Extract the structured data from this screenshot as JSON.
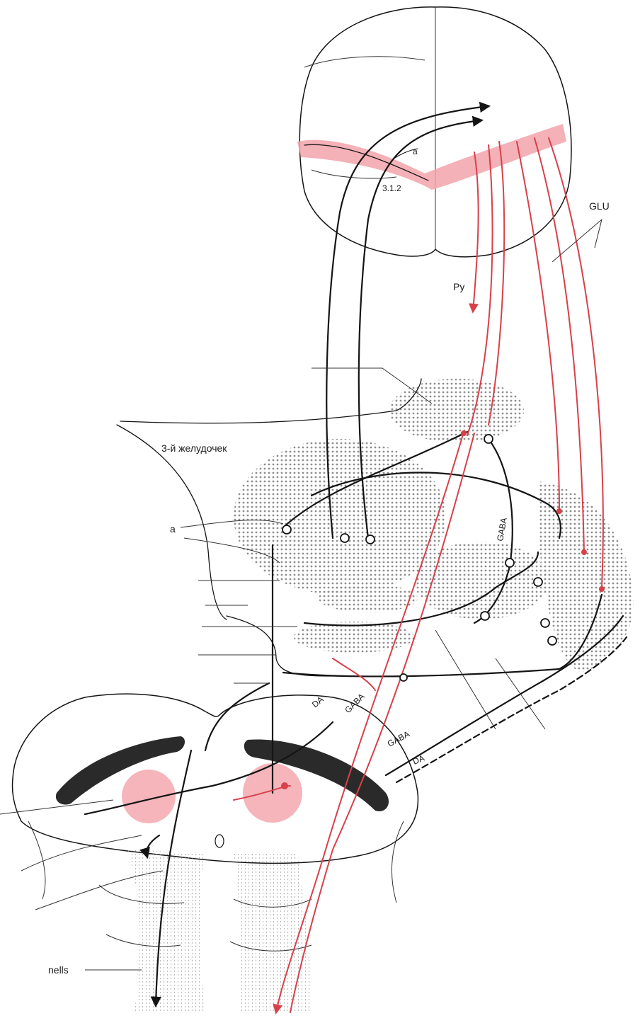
{
  "labels": {
    "third_ventricle": "3-й желудочек",
    "glu": "GLU",
    "py": "Py",
    "area_312": "3.1.2",
    "a_top": "a",
    "a_left": "a",
    "gaba_mid": "GABA",
    "da_left": "DA",
    "gaba_left": "GABA",
    "gaba_right": "GABA",
    "da_right": "DA",
    "nells": "nells"
  },
  "colors": {
    "ink": "#141414",
    "pathway_red": "#d8404a",
    "highlight_pink": "#f2a3aa",
    "gray_nuclei": "#9a9a9a",
    "dark_nigra": "#2a2a2a"
  }
}
